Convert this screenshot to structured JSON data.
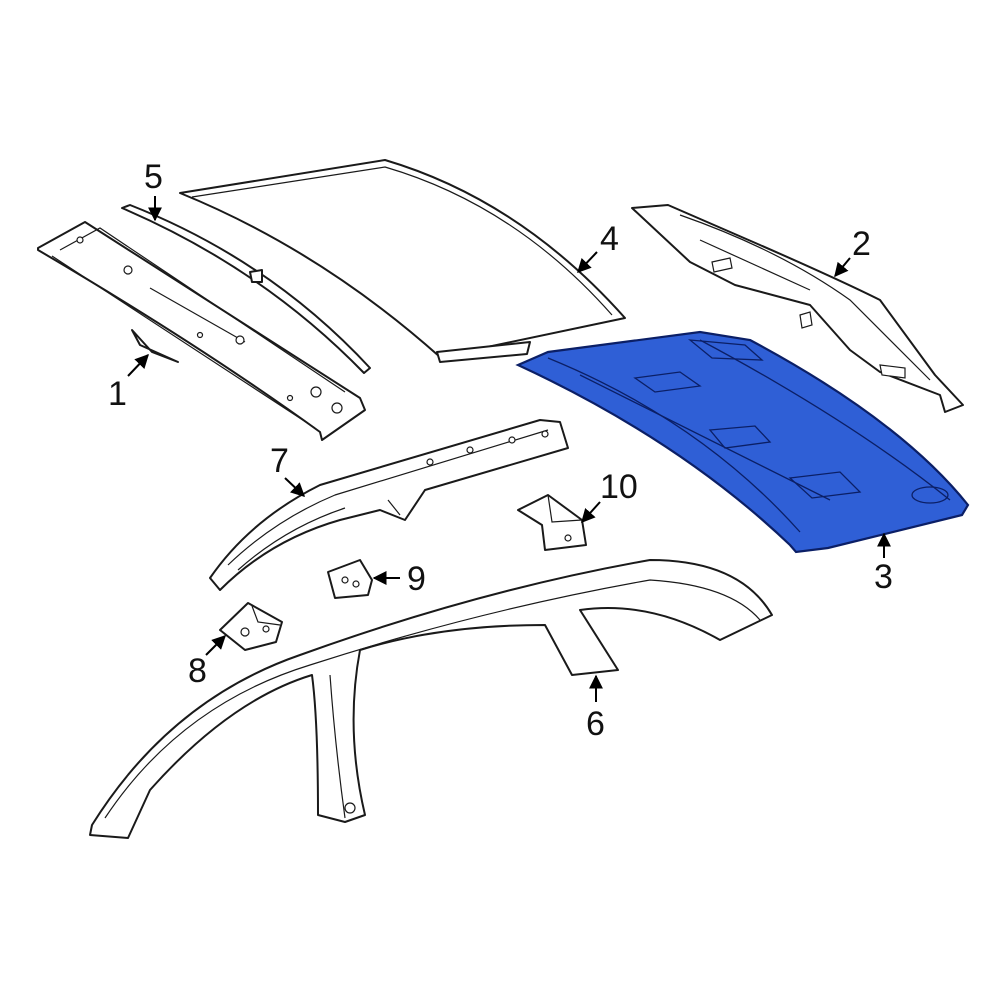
{
  "diagram": {
    "highlight_color": "#2f5fd6",
    "highlight_stroke": "#0b1f66",
    "line_color": "#1a1a1a",
    "highlighted_part": "3",
    "callouts": {
      "c1": "1",
      "c2": "2",
      "c3": "3",
      "c4": "4",
      "c5": "5",
      "c6": "6",
      "c7": "7",
      "c8": "8",
      "c9": "9",
      "c10": "10"
    }
  }
}
